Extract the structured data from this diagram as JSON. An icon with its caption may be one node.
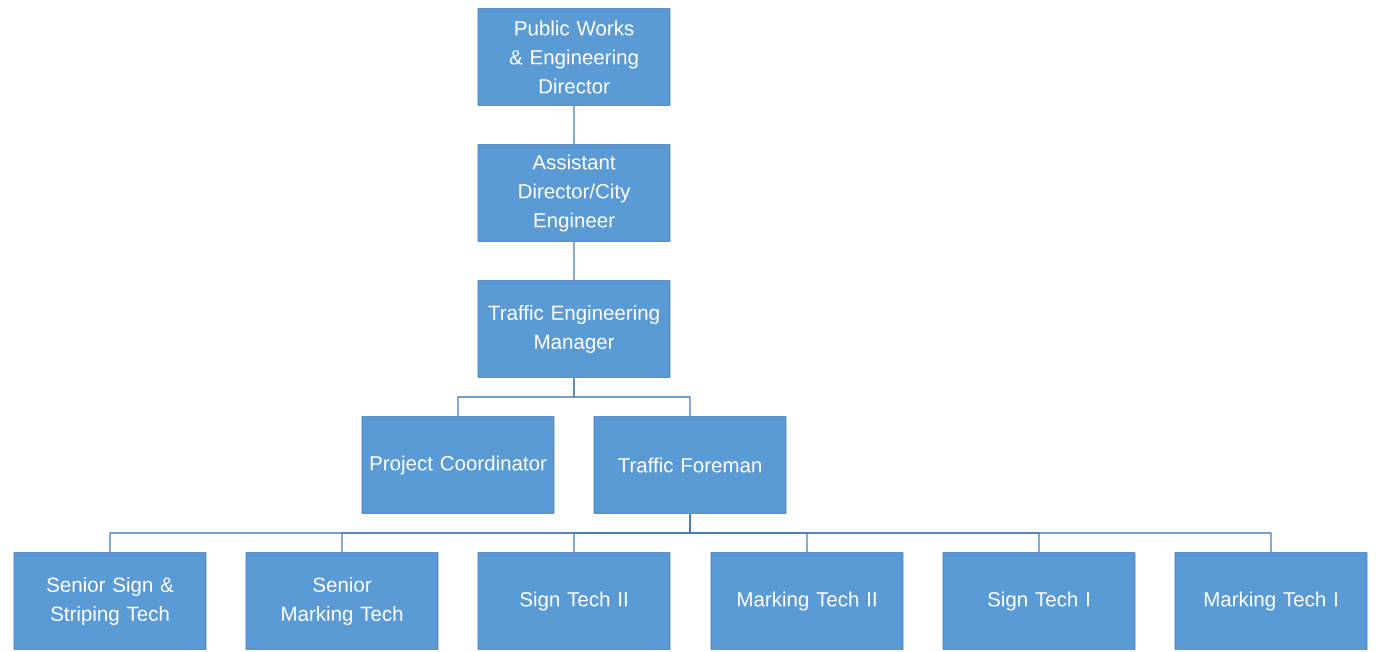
{
  "diagram": {
    "nodes": [
      {
        "text": [
          "Public Works & Engineering Director"
        ]
      },
      {
        "text": [
          "Assistant Director/City Engineer"
        ]
      },
      {
        "text": [
          "Traffic Engineering Manager"
        ]
      },
      {
        "text": [
          "Project Coordinator"
        ]
      },
      {
        "text": [
          "Traffic Foreman"
        ]
      },
      {
        "text": [
          "Senior Sign & Striping Tech"
        ]
      },
      {
        "text": [
          "Senior Marking Tech"
        ]
      },
      {
        "text": [
          "Sign Tech II"
        ]
      },
      {
        "text": [
          "Marking Tech II"
        ]
      },
      {
        "text": [
          "Sign Tech I"
        ]
      },
      {
        "text": [
          "Marking Tech I"
        ]
      }
    ],
    "edges": [
      {
        "from": 0,
        "to": 1,
        "arrow": "none"
      },
      {
        "from": 1,
        "to": 2,
        "arrow": "none"
      },
      {
        "from": 2,
        "to": 3,
        "arrow": "none"
      },
      {
        "from": 2,
        "to": 4,
        "arrow": "none"
      },
      {
        "from": 4,
        "to": 5,
        "arrow": "none"
      },
      {
        "from": 4,
        "to": 6,
        "arrow": "none"
      },
      {
        "from": 4,
        "to": 7,
        "arrow": "none"
      },
      {
        "from": 4,
        "to": 8,
        "arrow": "none"
      },
      {
        "from": 4,
        "to": 9,
        "arrow": "none"
      },
      {
        "from": 4,
        "to": 10,
        "arrow": "none"
      }
    ]
  }
}
